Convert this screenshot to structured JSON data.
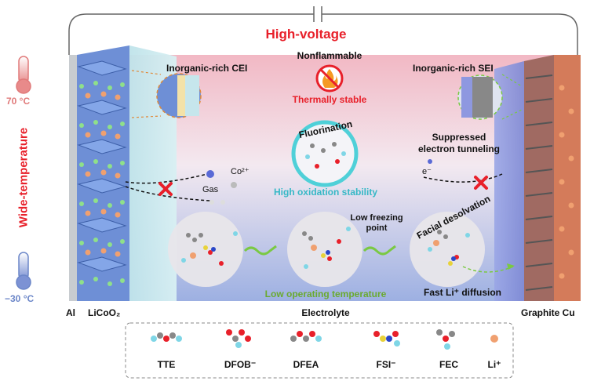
{
  "title": "High-voltage",
  "side_label": "Wide-temperature",
  "temp_high": "70 °C",
  "temp_low": "−30 °C",
  "cathode": {
    "collector": "Al",
    "material": "LiCoO₂",
    "interphase": "Inorganic-rich CEI"
  },
  "anode": {
    "material_collector": "Graphite Cu",
    "interphase": "Inorganic-rich SEI"
  },
  "electrolyte": "Electrolyte",
  "center": {
    "nonflammable": "Nonflammable",
    "thermally_stable": "Thermally stable",
    "fluorination": "Fluorination",
    "oxidation": "High oxidation stability",
    "low_freezing": "Low freezing point",
    "low_temp": "Low operating temperature"
  },
  "cathode_side": {
    "gas": "Gas",
    "co": "Co²⁺"
  },
  "anode_side": {
    "suppressed_line1": "Suppressed",
    "suppressed_line2": "electron tunneling",
    "electron": "e⁻",
    "desolvation": "Facial desolvation",
    "diffusion": "Fast Li⁺ diffusion"
  },
  "legend": [
    "TTE",
    "DFOB⁻",
    "DFEA",
    "FSI⁻",
    "FEC",
    "Li⁺"
  ],
  "colors": {
    "red": "#e8202a",
    "cyan": "#4fd0d8",
    "green": "#7ac943",
    "pink": "#e07a7a",
    "blue": "#6b86c8"
  }
}
